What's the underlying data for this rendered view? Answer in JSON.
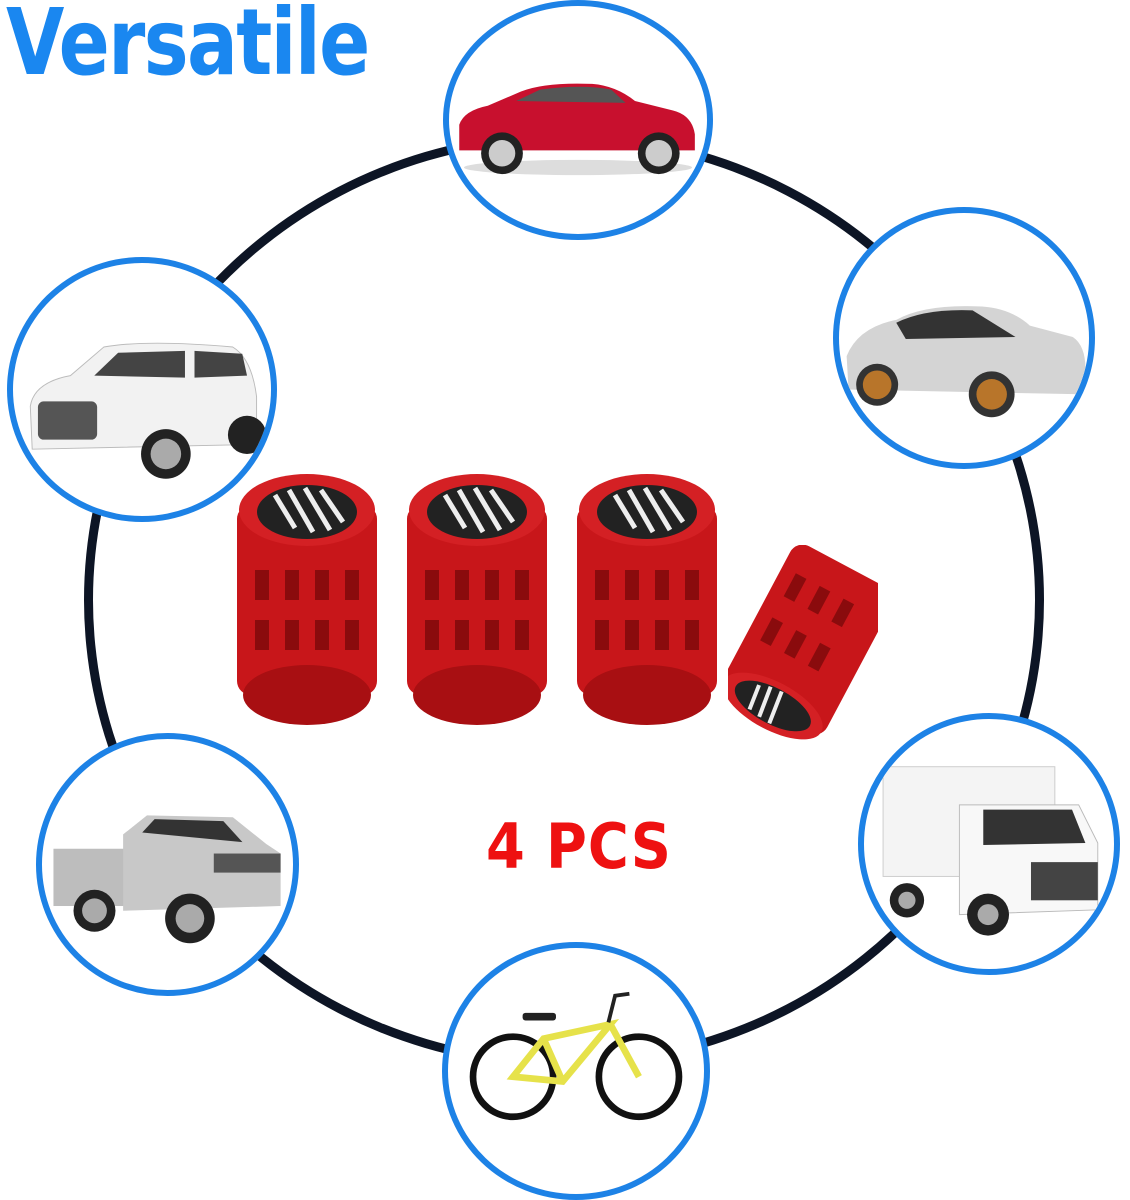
{
  "header": {
    "title": "Versatile",
    "title_color": "#1a87f0"
  },
  "product": {
    "quantity_label": "4 PCS",
    "quantity_color": "#ee1111",
    "item": "valve-cap",
    "cap_color": "#c8161a",
    "cap_count": 4,
    "emblem": "black-white-american-flag"
  },
  "vehicles": [
    {
      "name": "sedan",
      "color": "red",
      "position": "top"
    },
    {
      "name": "sports-car",
      "color": "silver",
      "position": "upper-right"
    },
    {
      "name": "suv",
      "color": "white",
      "position": "upper-left"
    },
    {
      "name": "pickup-truck",
      "color": "silver",
      "position": "lower-left"
    },
    {
      "name": "box-truck",
      "color": "white",
      "position": "lower-right"
    },
    {
      "name": "mountain-bike",
      "color": "yellow",
      "position": "bottom"
    }
  ],
  "colors": {
    "ring": "#0d1525",
    "bubble_border": "#1d82e6"
  }
}
